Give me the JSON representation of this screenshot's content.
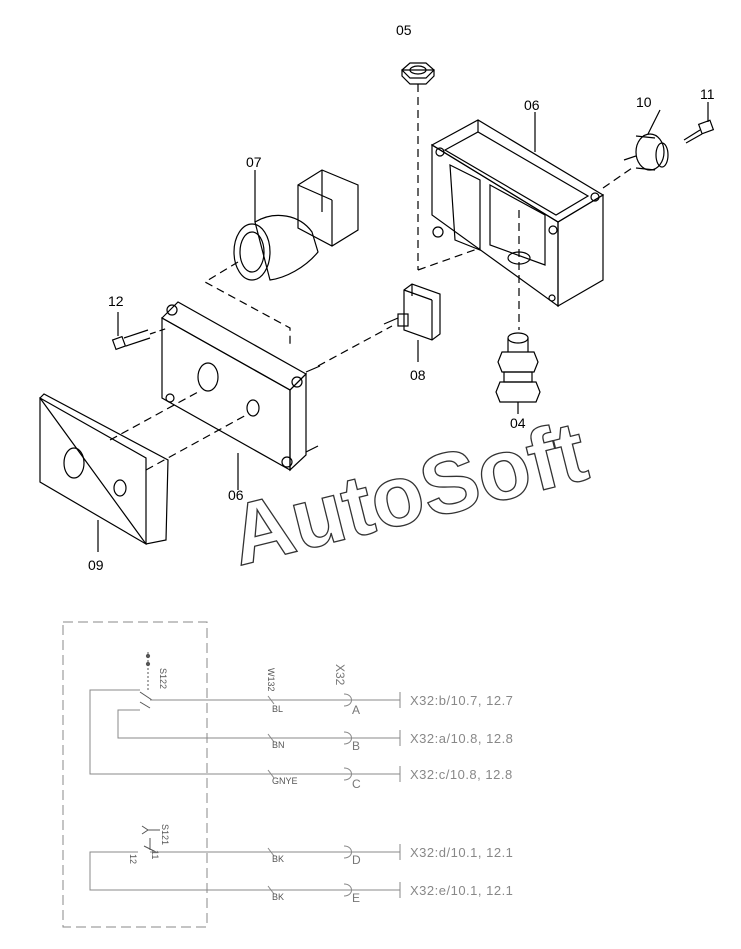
{
  "watermark": "AutoSoft",
  "part_labels": {
    "p05": "05",
    "p06_box": "06",
    "p10": "10",
    "p11": "11",
    "p07": "07",
    "p12": "12",
    "p08": "08",
    "p04": "04",
    "p06_lid": "06",
    "p09": "09"
  },
  "schematic": {
    "switch_s122": "S122",
    "switch_s121": "S121",
    "cable": "W132",
    "connector": "X32",
    "s121_pin1": "11",
    "s121_pin2": "12",
    "rows": [
      {
        "wire": "BL",
        "pin": "A",
        "ref": "X32:b/10.7, 12.7"
      },
      {
        "wire": "BN",
        "pin": "B",
        "ref": "X32:a/10.8, 12.8"
      },
      {
        "wire": "GNYE",
        "pin": "C",
        "ref": "X32:c/10.8, 12.8"
      },
      {
        "wire": "BK",
        "pin": "D",
        "ref": "X32:d/10.1, 12.1"
      },
      {
        "wire": "BK",
        "pin": "E",
        "ref": "X32:e/10.1, 12.1"
      }
    ]
  }
}
